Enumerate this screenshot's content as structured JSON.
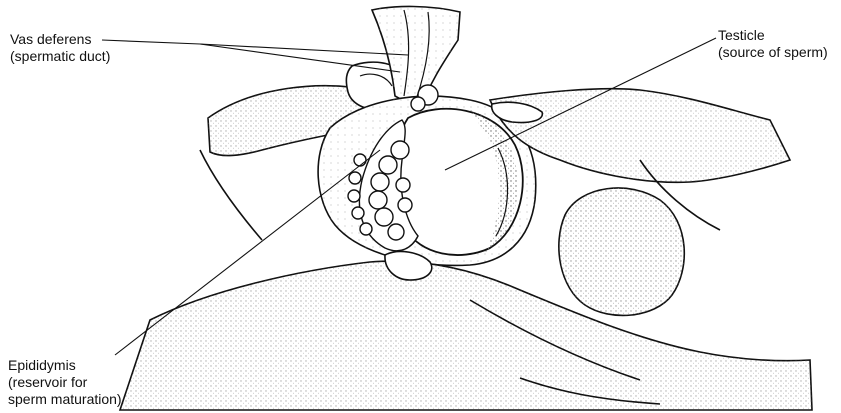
{
  "labels": {
    "vas_deferens": {
      "line1": "Vas deferens",
      "line2": "(spermatic duct)"
    },
    "testicle": {
      "line1": "Testicle",
      "line2": "(source of sperm)"
    },
    "epididymis": {
      "line1": "Epididymis",
      "line2": "(reservoir for",
      "line3": "sperm maturation)"
    }
  },
  "colors": {
    "ink": "#111111",
    "background": "#ffffff",
    "stipple": "#6a6a6a"
  }
}
